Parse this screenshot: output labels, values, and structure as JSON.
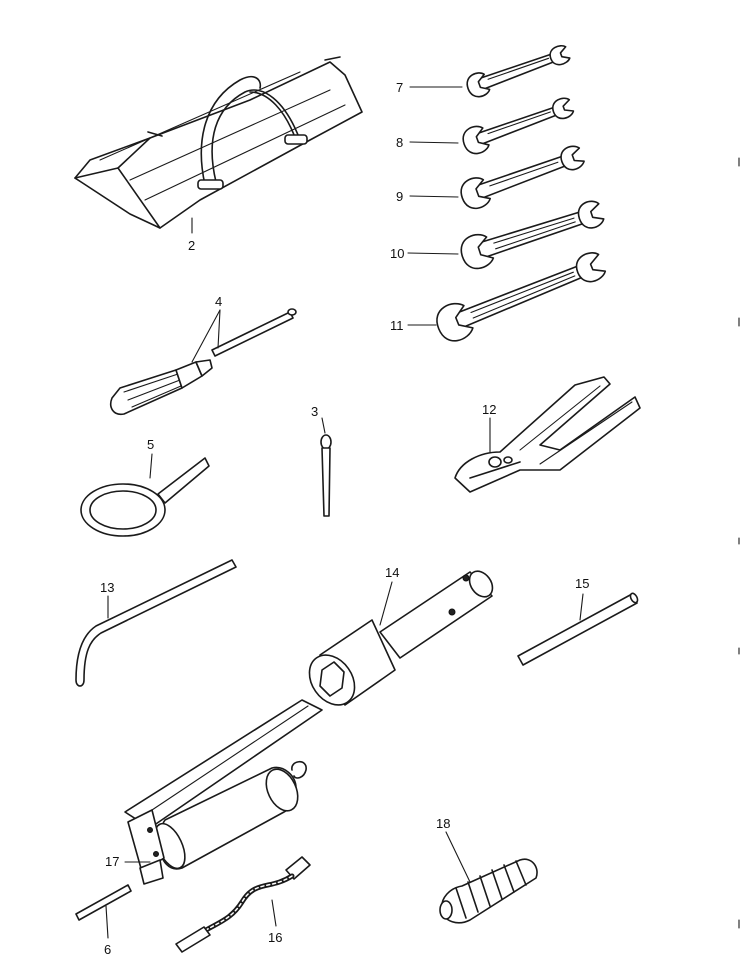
{
  "callouts": {
    "c2": "2",
    "c3": "3",
    "c4": "4",
    "c5": "5",
    "c6": "6",
    "c7": "7",
    "c8": "8",
    "c9": "9",
    "c10": "10",
    "c11": "11",
    "c12": "12",
    "c13": "13",
    "c14": "14",
    "c15": "15",
    "c16": "16",
    "c17": "17",
    "c18": "18"
  }
}
